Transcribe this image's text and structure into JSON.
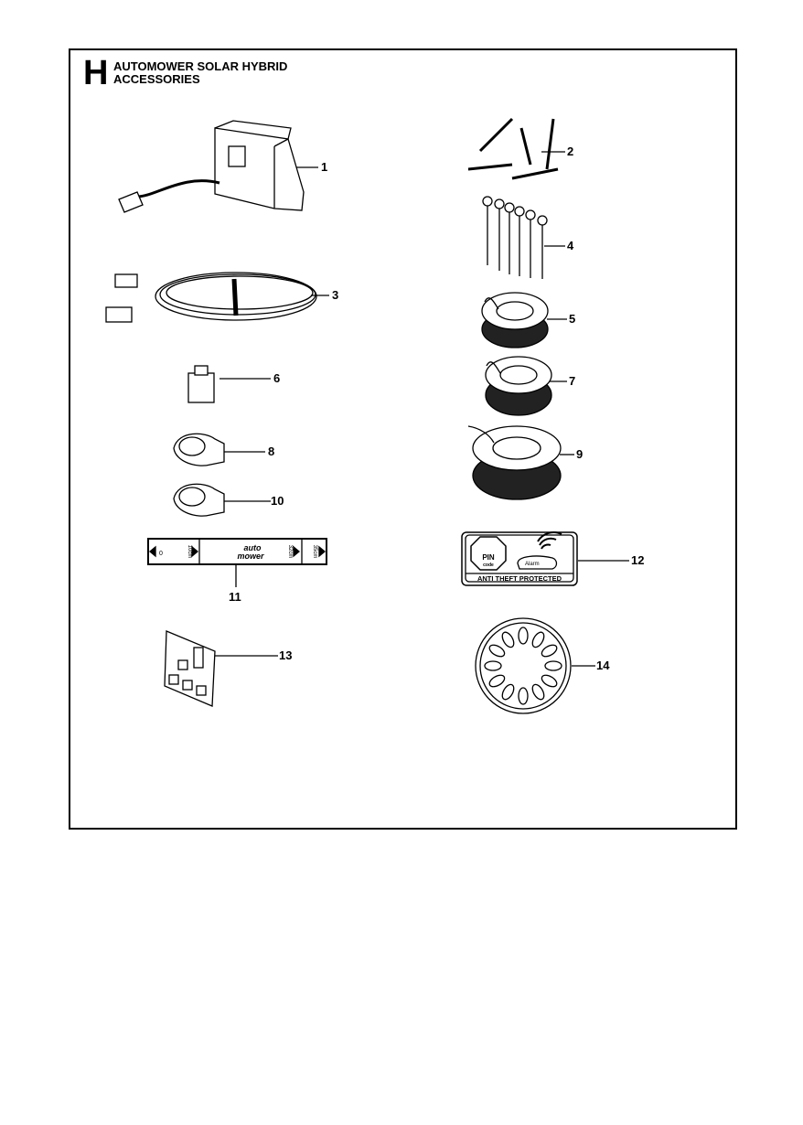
{
  "section": {
    "letter": "H",
    "title_line1": "AUTOMOWER SOLAR HYBRID",
    "title_line2": "ACCESSORIES"
  },
  "callouts": [
    "1",
    "2",
    "3",
    "4",
    "5",
    "6",
    "7",
    "8",
    "9",
    "10",
    "11",
    "12",
    "13",
    "14"
  ],
  "measuring_template": {
    "label_0": "0",
    "label_10": "10cm",
    "brand_line1": "auto",
    "brand_line2": "mower",
    "label_32": "32cm",
    "label_35": "35cm"
  },
  "anti_theft_sticker": {
    "pin": "PIN",
    "code": "code",
    "alarm": "Alarm",
    "caption": "ANTI THEFT PROTECTED"
  }
}
